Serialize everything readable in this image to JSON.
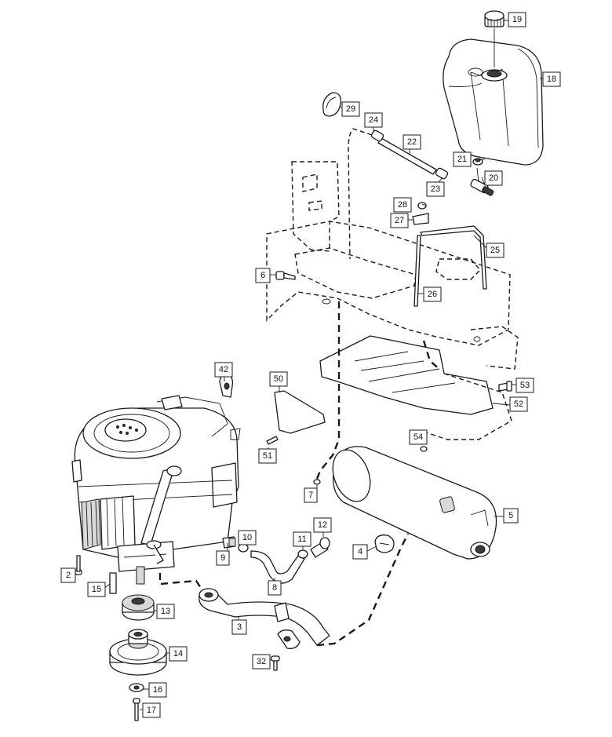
{
  "callouts": {
    "c2": "2",
    "c3": "3",
    "c4": "4",
    "c5": "5",
    "c6": "6",
    "c7": "7",
    "c8": "8",
    "c9": "9",
    "c10": "10",
    "c11": "11",
    "c12": "12",
    "c13": "13",
    "c14": "14",
    "c15": "15",
    "c16": "16",
    "c17": "17",
    "c18": "18",
    "c19": "19",
    "c20": "20",
    "c21": "21",
    "c22": "22",
    "c23": "23",
    "c24": "24",
    "c25": "25",
    "c26": "26",
    "c27": "27",
    "c28": "28",
    "c29": "29",
    "c32": "32",
    "c42": "42",
    "c50": "50",
    "c51": "51",
    "c52": "52",
    "c53": "53",
    "c54": "54"
  },
  "colors": {
    "line": "#1a1a1a",
    "shade": "#d9d9d9",
    "background": "#ffffff"
  }
}
